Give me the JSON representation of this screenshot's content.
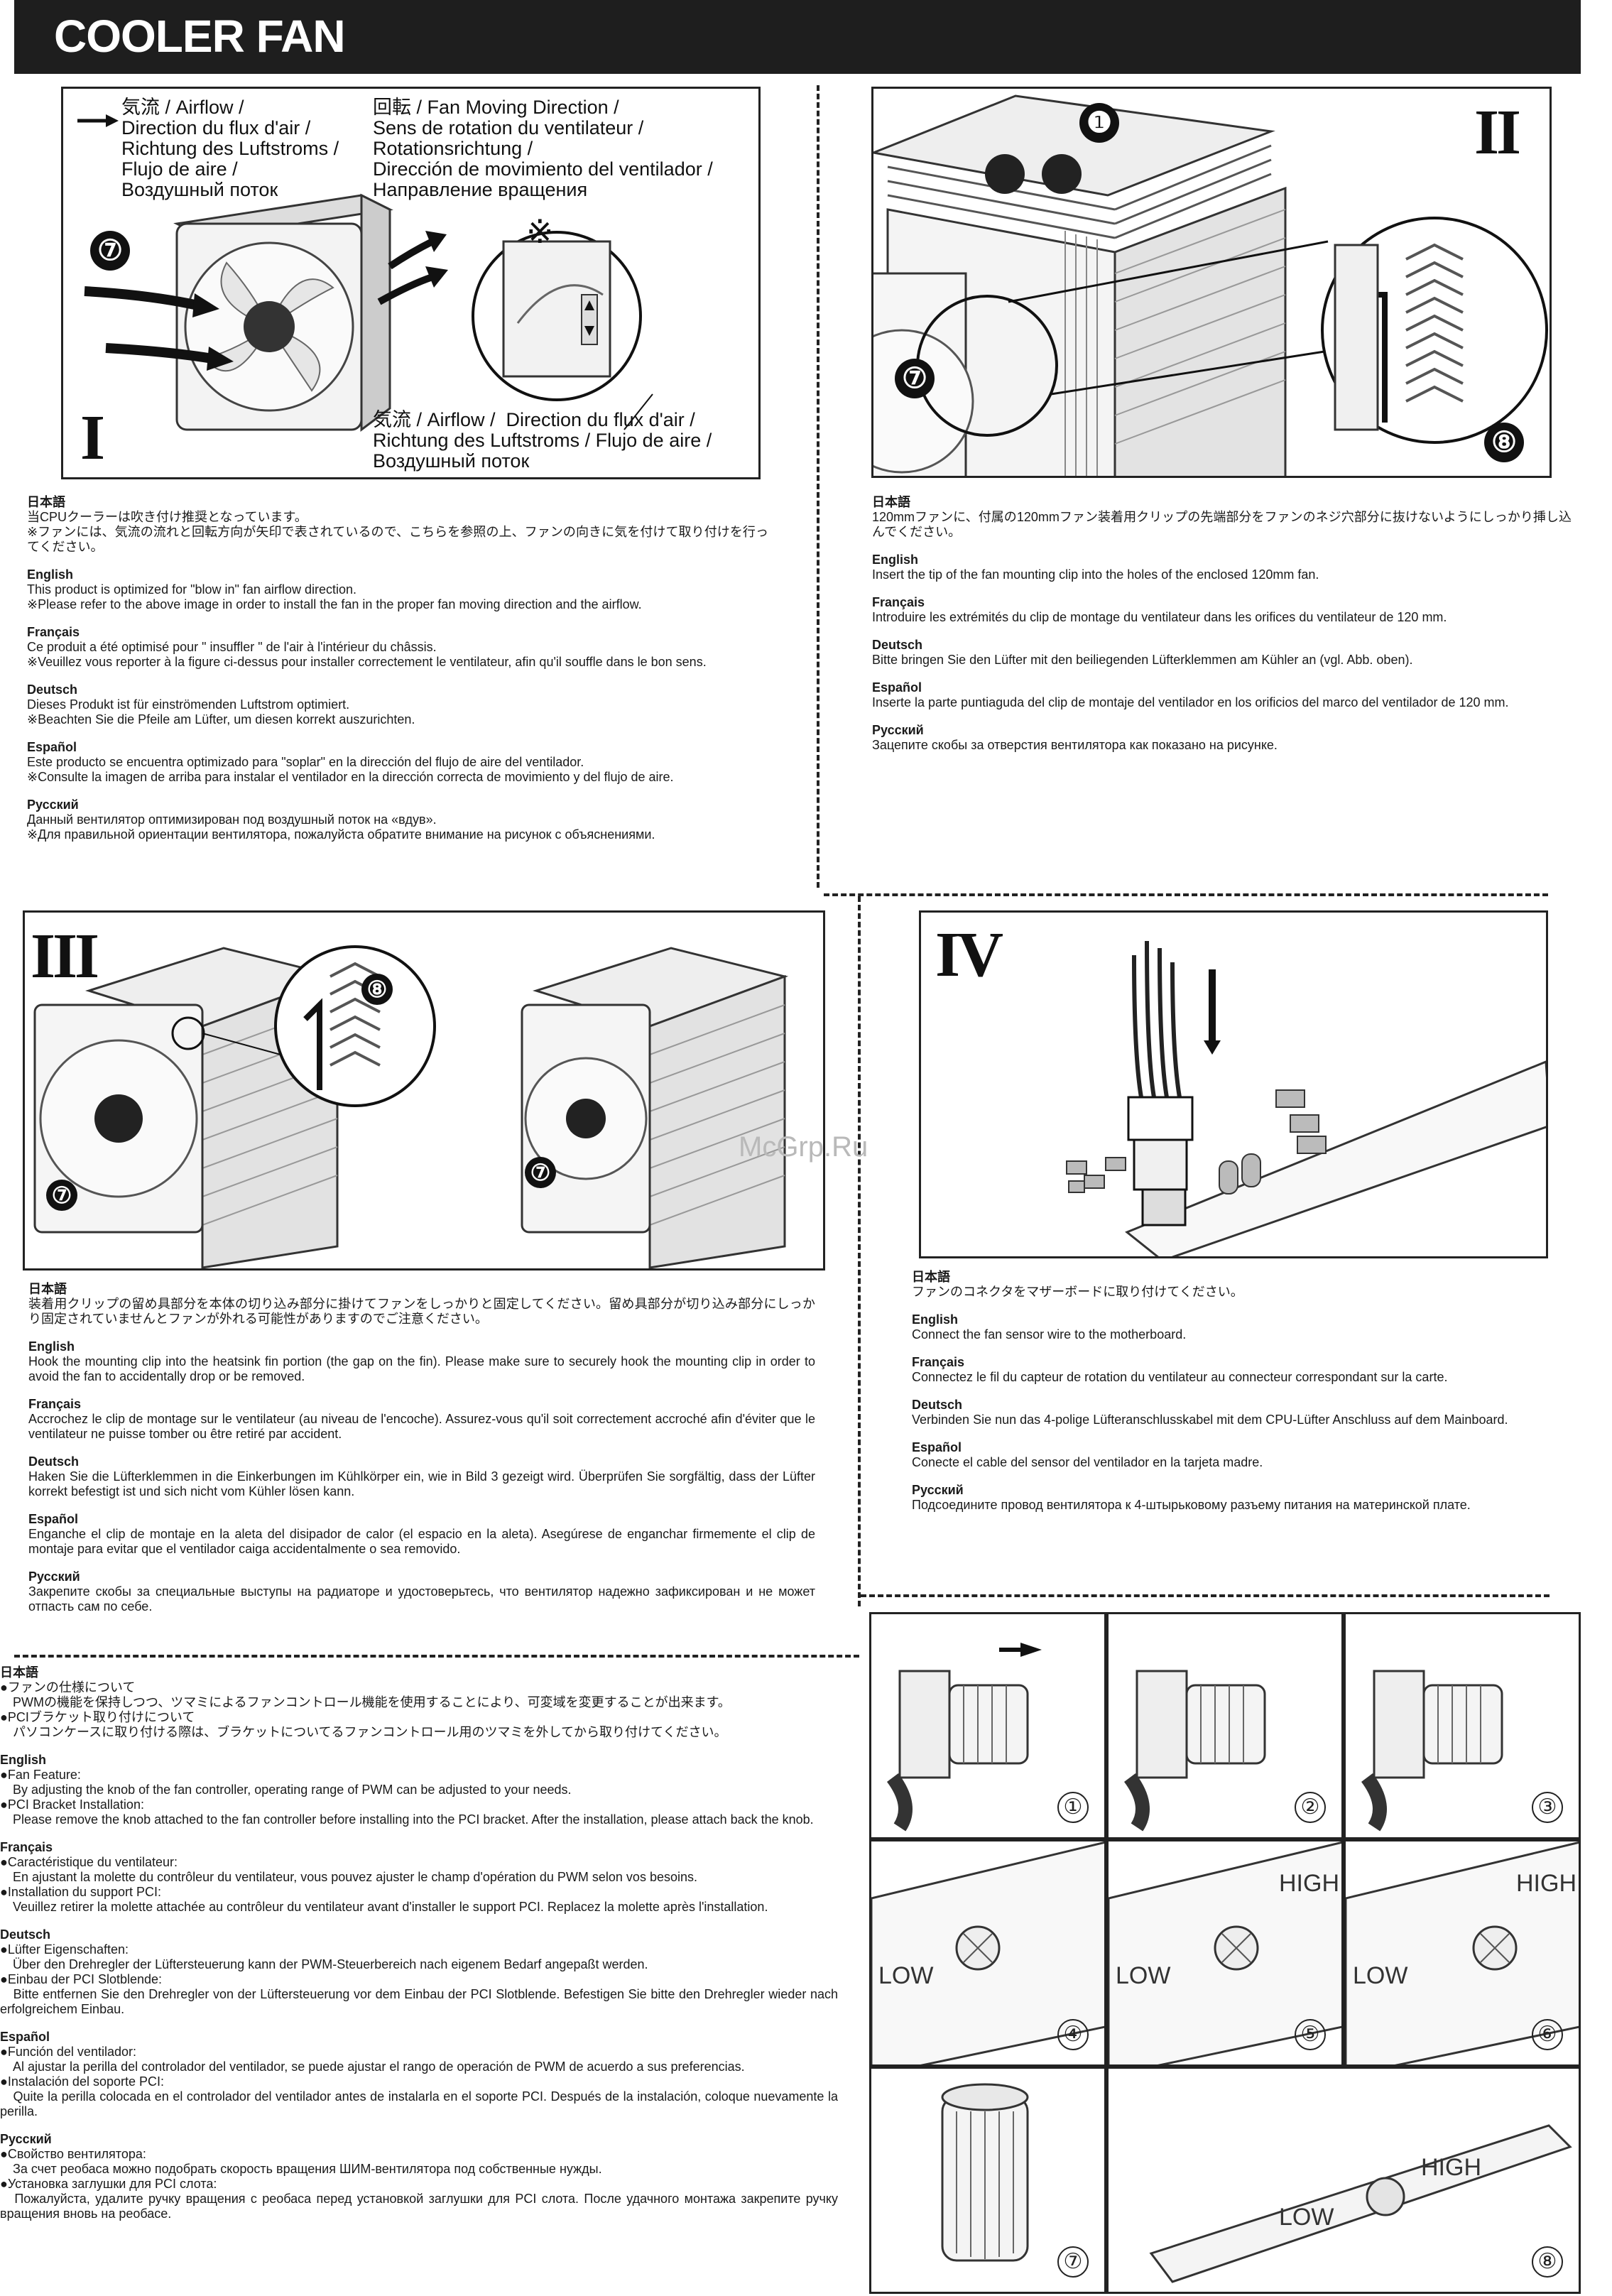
{
  "header": {
    "title": "COOLER FAN"
  },
  "watermark": "McGrp.Ru",
  "panel1": {
    "numeral": "I",
    "badge": "⑦",
    "airflow_top": "気流 / Airflow /\nDirection du flux d'air /\nRichtung des Luftstroms /\nFlujo de aire /\nВоздушный поток",
    "rotation": "回転 / Fan Moving Direction /\nSens de rotation du ventilateur /\nRotationsrichtung /\nDirección de movimiento del ventilador /\nНаправление вращения",
    "note_mark": "※",
    "airflow_bottom": "気流 / Airflow /  Direction du flux d'air /\nRichtung des Luftstroms / Flujo de aire /\nВоздушный поток"
  },
  "panel2": {
    "numeral": "II",
    "badge1": "❶",
    "badge7": "⑦",
    "badge8": "⑧"
  },
  "panel3": {
    "numeral": "III",
    "badge8": "⑧",
    "badge7a": "⑦",
    "badge7b": "⑦"
  },
  "panel4": {
    "numeral": "IV"
  },
  "text1": [
    {
      "lang": "日本語",
      "lines": [
        "当CPUクーラーは吹き付け推奨となっています。",
        "※ファンには、気流の流れと回転方向が矢印で表されているので、こちらを参照の上、ファンの向きに気を付けて取り付けを行ってください。"
      ]
    },
    {
      "lang": "English",
      "lines": [
        "This product is optimized for \"blow in\" fan airflow direction.",
        "※Please refer to the above image in order to install the fan in the proper fan moving direction and the airflow."
      ]
    },
    {
      "lang": "Français",
      "lines": [
        "Ce produit a été optimisé pour \" insuffler \" de l'air à l'intérieur du châssis.",
        "※Veuillez vous reporter à la figure ci-dessus pour installer correctement le ventilateur, afin qu'il souffle dans le bon sens."
      ]
    },
    {
      "lang": "Deutsch",
      "lines": [
        "Dieses Produkt ist für einströmenden Luftstrom optimiert.",
        "※Beachten Sie die Pfeile am Lüfter, um diesen korrekt auszurichten."
      ]
    },
    {
      "lang": "Español",
      "lines": [
        "Este producto se encuentra optimizado para \"soplar\" en la dirección del flujo de aire del ventilador.",
        "※Consulte la imagen de arriba para instalar el ventilador en la dirección correcta de movimiento y del flujo de aire."
      ]
    },
    {
      "lang": "Русский",
      "lines": [
        "Данный вентилятор оптимизирован под воздушный поток на «вдув».",
        "※Для правильной ориентации вентилятора, пожалуйста обратите внимание на рисунок с объяснениями."
      ]
    }
  ],
  "text2": [
    {
      "lang": "日本語",
      "lines": [
        "120mmファンに、付属の120mmファン装着用クリップの先端部分をファンのネジ穴部分に抜けないようにしっかり挿し込んでください。"
      ]
    },
    {
      "lang": "English",
      "lines": [
        "Insert the tip of the fan mounting clip into the holes of the enclosed 120mm fan."
      ]
    },
    {
      "lang": "Français",
      "lines": [
        "Introduire les extrémités du clip de montage du ventilateur dans les orifices du ventilateur de 120 mm."
      ]
    },
    {
      "lang": "Deutsch",
      "lines": [
        "Bitte bringen Sie den Lüfter mit den beiliegenden Lüfterklemmen am Kühler an (vgl. Abb. oben)."
      ]
    },
    {
      "lang": "Español",
      "lines": [
        "Inserte la parte puntiaguda del clip de montaje del ventilador en los orificios del marco del ventilador de 120 mm."
      ]
    },
    {
      "lang": "Русский",
      "lines": [
        "Зацепите скобы за отверстия вентилятора как показано на рисунке."
      ]
    }
  ],
  "text3": [
    {
      "lang": "日本語",
      "lines": [
        "装着用クリップの留め具部分を本体の切り込み部分に掛けてファンをしっかりと固定してください。留め具部分が切り込み部分にしっかり固定されていませんとファンが外れる可能性がありますのでご注意ください。"
      ]
    },
    {
      "lang": "English",
      "lines": [
        "Hook the mounting clip into the heatsink fin portion (the gap on the fin). Please make sure to securely hook the mounting clip in order to avoid the fan to accidentally drop or be removed."
      ]
    },
    {
      "lang": "Français",
      "lines": [
        "Accrochez le clip de montage sur le ventilateur (au niveau de l'encoche). Assurez-vous qu'il soit correctement accroché afin d'éviter que le ventilateur ne puisse tomber ou être retiré par accident."
      ]
    },
    {
      "lang": "Deutsch",
      "lines": [
        "Haken Sie die Lüfterklemmen in die Einkerbungen im Kühlkörper ein, wie in Bild 3 gezeigt wird. Überprüfen Sie sorgfältig, dass der Lüfter korrekt befestigt ist und sich nicht vom Kühler lösen kann."
      ]
    },
    {
      "lang": "Español",
      "lines": [
        "Enganche el clip de montaje en la aleta del disipador de calor (el espacio en la aleta). Asegúrese de enganchar firmemente el clip de montaje para evitar que el ventilador caiga accidentalmente o sea removido."
      ]
    },
    {
      "lang": "Русский",
      "lines": [
        "Закрепите скобы за специальные выступы на радиаторе и удостоверьтесь, что вентилятор надежно зафиксирован и не может отпасть сам по себе."
      ]
    }
  ],
  "text4": [
    {
      "lang": "日本語",
      "lines": [
        "ファンのコネクタをマザーボードに取り付けてください。"
      ]
    },
    {
      "lang": "English",
      "lines": [
        "Connect the fan sensor wire to the motherboard."
      ]
    },
    {
      "lang": "Français",
      "lines": [
        "Connectez le fil du capteur de rotation du ventilateur au connecteur correspondant sur la carte."
      ]
    },
    {
      "lang": "Deutsch",
      "lines": [
        "Verbinden Sie nun das 4-polige Lüfteranschlusskabel mit dem CPU-Lüfter Anschluss auf dem Mainboard."
      ]
    },
    {
      "lang": "Español",
      "lines": [
        "Conecte el cable del sensor del ventilador en la tarjeta madre."
      ]
    },
    {
      "lang": "Русский",
      "lines": [
        "Подсоедините провод вентилятора к 4-штырьковому разъему питания на материнской плате."
      ]
    }
  ],
  "text5": [
    {
      "lang": "日本語",
      "lines": [
        "●ファンの仕様について",
        "　PWMの機能を保持しつつ、ツマミによるファンコントロール機能を使用することにより、可変域を変更することが出来ます。",
        "●PCIブラケット取り付けについて",
        "　パソコンケースに取り付ける際は、ブラケットについてるファンコントロール用のツマミを外してから取り付けてください。"
      ]
    },
    {
      "lang": "English",
      "lines": [
        "●Fan Feature:",
        "　By adjusting the knob of the fan controller, operating range of PWM can be adjusted to your needs.",
        "●PCI Bracket Installation:",
        "　Please remove the knob attached to the fan controller before installing into the PCI bracket.  After the installation, please attach back the knob."
      ]
    },
    {
      "lang": "Français",
      "lines": [
        "●Caractéristique du ventilateur:",
        "　En ajustant la molette du contrôleur du ventilateur, vous pouvez ajuster le champ d'opération du PWM selon vos besoins.",
        "●Installation du support PCI:",
        "　Veuillez retirer la molette attachée au contrôleur du ventilateur avant d'installer le support PCI. Replacez la molette après l'installation."
      ]
    },
    {
      "lang": "Deutsch",
      "lines": [
        "●Lüfter Eigenschaften:",
        "　Über den Drehregler der Lüftersteuerung kann der PWM-Steuerbereich nach eigenem Bedarf angepaßt werden.",
        "●Einbau der PCI Slotblende:",
        "　Bitte entfernen Sie den Drehregler von der Lüftersteuerung vor dem Einbau der PCI Slotblende. Befestigen Sie bitte den Drehregler wieder nach erfolgreichem Einbau."
      ]
    },
    {
      "lang": "Español",
      "lines": [
        "●Función del ventilador:",
        "　Al ajustar la perilla del controlador del ventilador, se puede ajustar el rango de operación de PWM de acuerdo a sus preferencias.",
        "●Instalación del soporte PCI:",
        "　Quite la perilla colocada en el controlador del ventilador antes de instalarla en el soporte PCI. Después de la instalación, coloque nuevamente la perilla."
      ]
    },
    {
      "lang": "Русский",
      "lines": [
        "●Свойство вентилятора:",
        "　За счет реобаса можно подобрать скорость вращения ШИМ-вентилятора под собственные нужды.",
        "●Установка заглушки для PCI слота:",
        "　Пожалуйста, удалите ручку вращения с реобаса перед установкой заглушки для PCI слота. После удачного монтажа закрепите ручку вращения вновь на реобасе."
      ]
    }
  ],
  "knob_grid": {
    "cells": [
      "①",
      "②",
      "③",
      "④",
      "⑤",
      "⑥",
      "⑦",
      "⑧"
    ],
    "low_label": "LOW",
    "high_label": "HIGH"
  }
}
